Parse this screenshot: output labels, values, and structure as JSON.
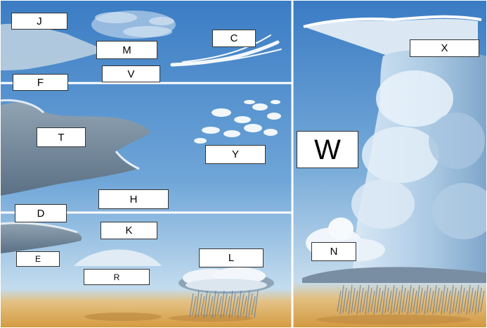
{
  "labels": {
    "J": "J",
    "M": "M",
    "C": "C",
    "V": "V",
    "F": "F",
    "T": "T",
    "Y": "Y",
    "H": "H",
    "D": "D",
    "K": "K",
    "E": "E",
    "L": "L",
    "R": "R",
    "W": "W",
    "X": "X",
    "N": "N"
  },
  "colors": {
    "sky_top": "#3d7fc6",
    "sky_bottom": "#bcd8ee",
    "ground": "#d9a24a",
    "divider": "#ffffff",
    "cloud_light": "#eef5fb",
    "cloud_gray": "#6d8294",
    "rain": "#5878a0"
  }
}
